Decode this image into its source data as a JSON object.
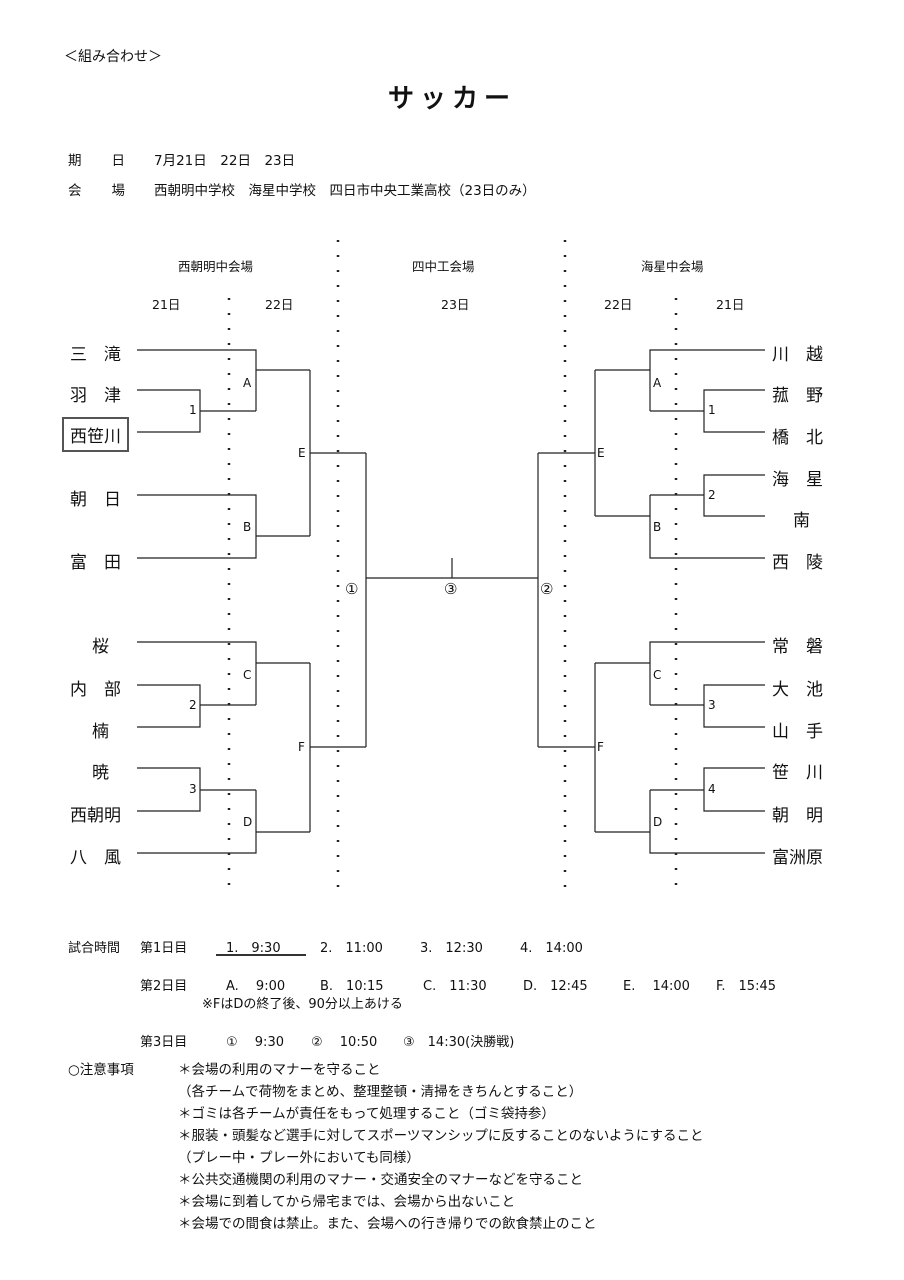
{
  "heading": "＜組み合わせ＞",
  "title": "サッカー",
  "info": {
    "date_label": "期日",
    "dates": "7月21日　22日　23日",
    "venue_label": "会場",
    "venues": "西朝明中学校　海星中学校　四日市中央工業高校（23日のみ）"
  },
  "bracket": {
    "venue_left": "西朝明中会場",
    "venue_center": "四中工会場",
    "venue_right": "海星中会場",
    "day_left_1": "21日",
    "day_left_2": "22日",
    "day_center": "23日",
    "day_right_2": "22日",
    "day_right_1": "21日",
    "left_teams": [
      "三　滝",
      "羽　津",
      "西笹川",
      "朝　日",
      "富　田",
      "桜",
      "内　部",
      "楠",
      "暁",
      "西朝明",
      "八　風"
    ],
    "right_teams": [
      "川　越",
      "菰　野",
      "橋　北",
      "海　星",
      "南",
      "西　陵",
      "常　磐",
      "大　池",
      "山　手",
      "笹　川",
      "朝　明",
      "富洲原"
    ],
    "match_labels": {
      "l1": "1",
      "lA": "A",
      "lE": "E",
      "lB": "B",
      "lC": "C",
      "l2": "2",
      "l3": "3",
      "lF": "F",
      "lD": "D",
      "r1": "1",
      "rA": "A",
      "rE": "E",
      "r2": "2",
      "rB": "B",
      "rC": "C",
      "r3": "3",
      "rF": "F",
      "r4": "4",
      "rD": "D",
      "c1": "①",
      "c2": "②",
      "c3": "③"
    }
  },
  "schedule": {
    "label": "試合時間",
    "day1_label": "第1日目",
    "day1": [
      "1.　9:30",
      "2.　11:00",
      "3.　12:30",
      "4.　14:00"
    ],
    "day2_label": "第2日目",
    "day2": [
      "A.　 9:00",
      "B.　10:15",
      "C.　11:30",
      "D.　12:45",
      "E.　 14:00",
      "F.　15:45"
    ],
    "day2_note": "※FはDの終了後、90分以上あける",
    "day3_label": "第3日目",
    "day3": [
      "①　 9:30",
      "②　 10:50",
      "③　14:30(決勝戦)"
    ]
  },
  "notes": {
    "label": "○注意事項",
    "items": [
      "＊会場の利用のマナーを守ること",
      "（各チームで荷物をまとめ、整理整頓・清掃をきちんとすること）",
      "＊ゴミは各チームが責任をもって処理すること（ゴミ袋持参）",
      "＊服装・頭髪など選手に対してスポーツマンシップに反することのないようにすること",
      "（プレー中・プレー外においても同様）",
      "＊公共交通機関の利用のマナー・交通安全のマナーなどを守ること",
      "＊会場に到着してから帰宅までは、会場から出ないこと",
      "＊会場での間食は禁止。また、会場への行き帰りでの飲食禁止のこと"
    ]
  }
}
